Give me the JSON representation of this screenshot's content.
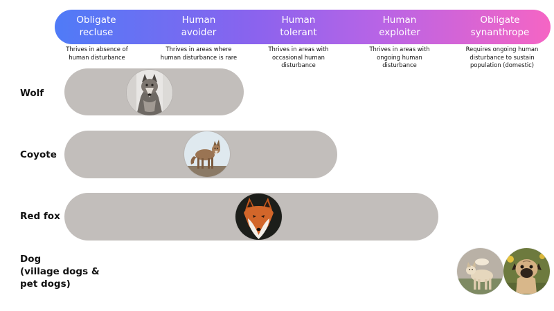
{
  "categories": [
    {
      "label": "Obligate\nrecluse",
      "description": "Thrives in absence of\nhuman disturbance"
    },
    {
      "label": "Human\navoider",
      "description": "Thrives in areas where\nhuman disturbance is rare"
    },
    {
      "label": "Human\ntolerant",
      "description": "Thrives in areas with\noccasional human\ndisturbance"
    },
    {
      "label": "Human\nexploiter",
      "description": "Thrives in areas with\nongoing human\ndisturbance"
    },
    {
      "label": "Obligate\nsynanthrope",
      "description": "Requires ongoing human\ndisturbance to sustain\npopulation (domestic)"
    }
  ],
  "animals": [
    {
      "label": "Wolf",
      "photo_icon": "wolf-photo"
    },
    {
      "label": "Coyote",
      "photo_icon": "coyote-photo"
    },
    {
      "label": "Red fox",
      "photo_icon": "red-fox-photo"
    },
    {
      "label": "Dog\n(village dogs &\npet dogs)",
      "photo_icon": "dog-photo"
    }
  ],
  "colors": {
    "gradient_start": "#4f7bf7",
    "gradient_mid": "#b764e6",
    "gradient_end": "#f565c4",
    "range_bar": "#c2bebb"
  }
}
